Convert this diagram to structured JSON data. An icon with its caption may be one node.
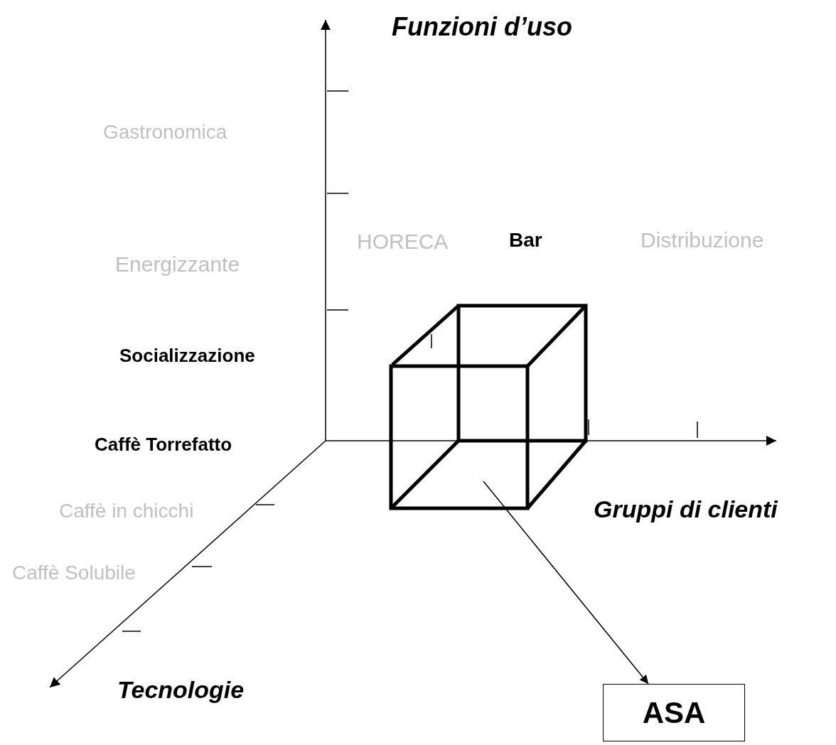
{
  "diagram": {
    "nodes": [
      {
        "text": [],
        "shape": "cube"
      },
      {
        "text": [
          "ASA"
        ]
      }
    ],
    "edges": [
      {
        "from": 0,
        "to": 1,
        "arrow": "to"
      }
    ],
    "labels": [
      "Funzioni d’uso",
      "Gastronomica",
      "HORECA",
      "Bar",
      "Distribuzione",
      "Energizzante",
      "Socializzazione",
      "Caffè Torrefatto",
      "Caffè in chicchi",
      "Gruppi di clienti",
      "Caffè Solubile",
      "Tecnologie"
    ]
  }
}
